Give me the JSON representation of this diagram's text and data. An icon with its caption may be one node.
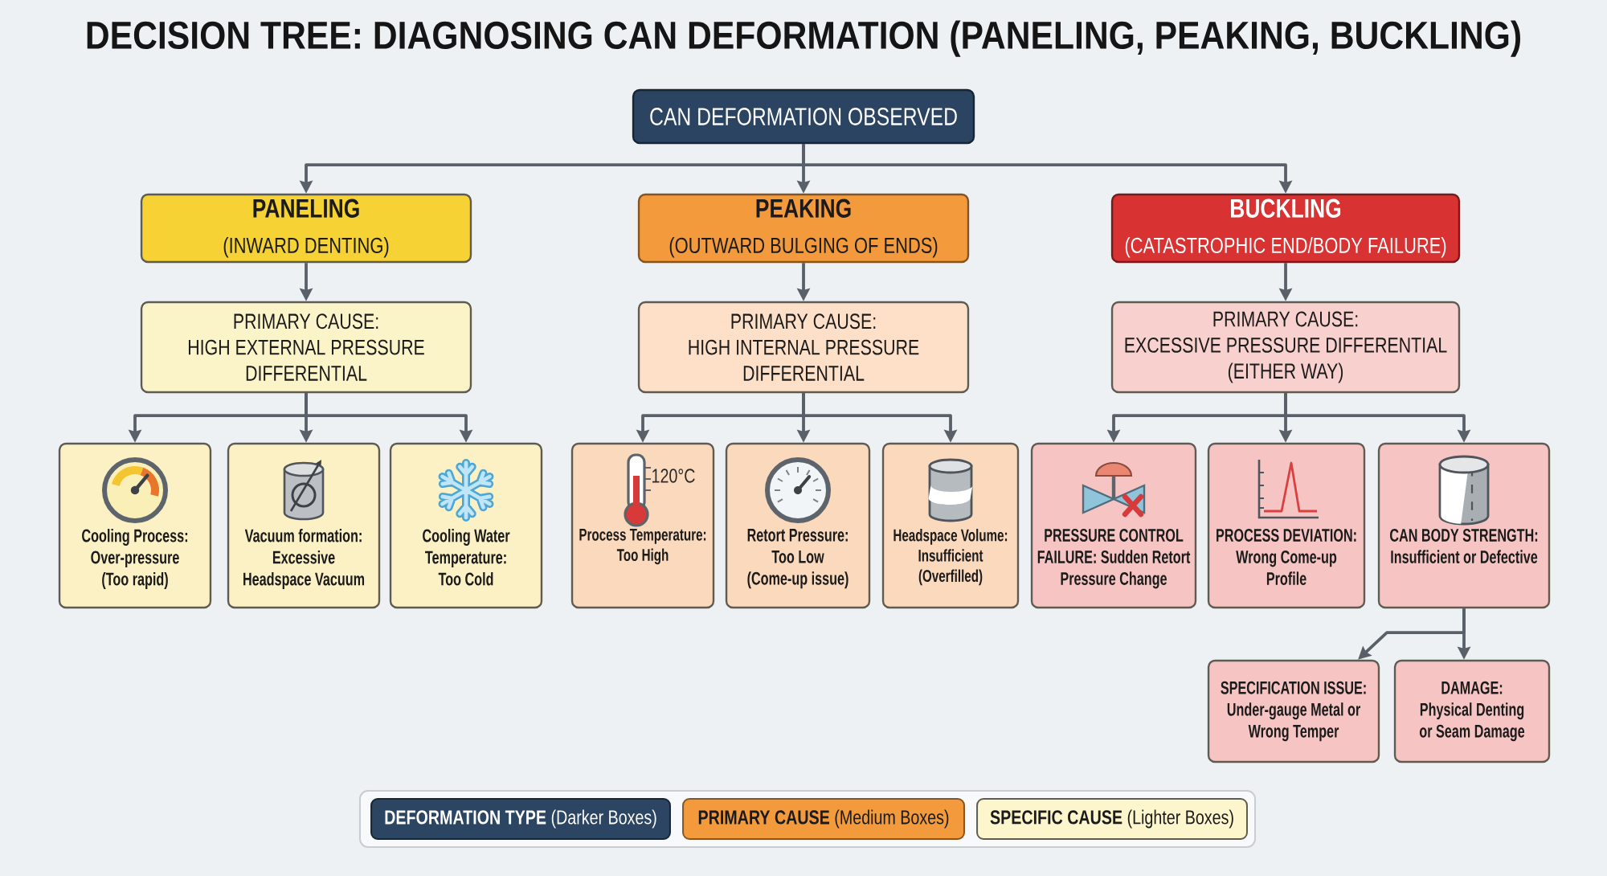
{
  "diagram": {
    "title": "DECISION TREE: DIAGNOSING CAN DEFORMATION (PANELING, PEAKING, BUCKLING)",
    "nodes": [
      {
        "text": [
          "CAN DEFORMATION OBSERVED"
        ]
      },
      {
        "text": [
          "PANELING",
          "(INWARD DENTING)"
        ]
      },
      {
        "text": [
          "PRIMARY CAUSE:",
          "HIGH EXTERNAL PRESSURE DIFFERENTIAL"
        ]
      },
      {
        "text": [
          "Cooling Process: Over-pressure (Too rapid)"
        ]
      },
      {
        "text": [
          "Vacuum formation: Excessive Headspace Vacuum"
        ]
      },
      {
        "text": [
          "Cooling Water Temperature: Too Cold"
        ]
      },
      {
        "text": [
          "PEAKING",
          "(OUTWARD BULGING OF ENDS)"
        ]
      },
      {
        "text": [
          "PRIMARY CAUSE:",
          "HIGH INTERNAL PRESSURE DIFFERENTIAL"
        ]
      },
      {
        "text": [
          "Process Temperature: Too High"
        ]
      },
      {
        "text": [
          "Retort Pressure: Too Low (Come-up issue)"
        ]
      },
      {
        "text": [
          "Headspace Volume: Insufficient (Overfilled)"
        ]
      },
      {
        "text": [
          "BUCKLING",
          "(CATASTROPHIC END/BODY FAILURE)"
        ]
      },
      {
        "text": [
          "PRIMARY CAUSE:",
          "EXCESSIVE PRESSURE DIFFERENTIAL (EITHER WAY)"
        ]
      },
      {
        "text": [
          "PRESSURE CONTROL FAILURE: Sudden Retort Pressure Change"
        ]
      },
      {
        "text": [
          "PROCESS DEVIATION: Wrong Come-up Profile"
        ]
      },
      {
        "text": [
          "CAN BODY STRENGTH: Insufficient or Defective"
        ]
      },
      {
        "text": [
          "SPECIFICATION ISSUE: Under-gauge Metal or Wrong Temper"
        ]
      },
      {
        "text": [
          "DAMAGE: Physical Denting or Seam Damage"
        ]
      }
    ],
    "edges": [
      {
        "from": 0,
        "to": 1,
        "arrow": "to"
      },
      {
        "from": 0,
        "to": 6,
        "arrow": "to"
      },
      {
        "from": 0,
        "to": 11,
        "arrow": "to"
      },
      {
        "from": 1,
        "to": 2,
        "arrow": "to"
      },
      {
        "from": 6,
        "to": 7,
        "arrow": "to"
      },
      {
        "from": 11,
        "to": 12,
        "arrow": "to"
      },
      {
        "from": 2,
        "to": 3,
        "arrow": "to"
      },
      {
        "from": 2,
        "to": 4,
        "arrow": "to"
      },
      {
        "from": 2,
        "to": 5,
        "arrow": "to"
      },
      {
        "from": 7,
        "to": 8,
        "arrow": "to"
      },
      {
        "from": 7,
        "to": 9,
        "arrow": "to"
      },
      {
        "from": 7,
        "to": 10,
        "arrow": "to"
      },
      {
        "from": 12,
        "to": 13,
        "arrow": "to"
      },
      {
        "from": 12,
        "to": 14,
        "arrow": "to"
      },
      {
        "from": 12,
        "to": 15,
        "arrow": "to"
      },
      {
        "from": 15,
        "to": 16,
        "arrow": "to"
      },
      {
        "from": 15,
        "to": 17,
        "arrow": "to"
      }
    ],
    "labels": [
      "120°C"
    ],
    "legend": [
      {
        "text": "**DEFORMATION TYPE** (Darker Boxes)",
        "color": "#2b4562"
      },
      {
        "text": "**PRIMARY CAUSE** (Medium Boxes)",
        "color": "#f39a3d"
      },
      {
        "text": "**SPECIFIC CAUSE** (Lighter Boxes)",
        "color": "#fdf5cc"
      }
    ]
  }
}
